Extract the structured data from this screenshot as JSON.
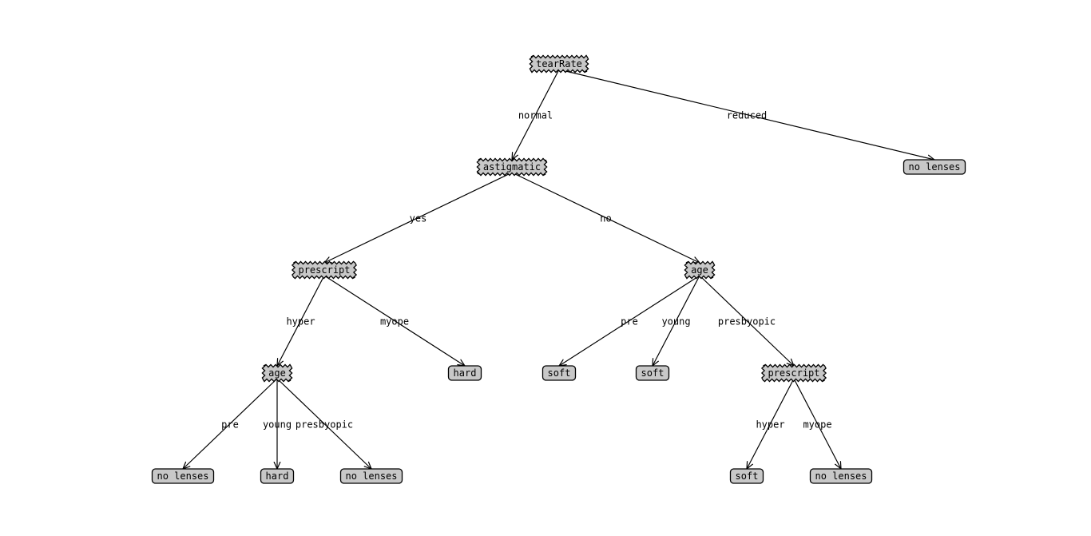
{
  "tree": {
    "nodes": [
      {
        "id": "n0",
        "label": "tearRate",
        "kind": "decision"
      },
      {
        "id": "n1",
        "label": "astigmatic",
        "kind": "decision"
      },
      {
        "id": "n2",
        "label": "no lenses",
        "kind": "leaf"
      },
      {
        "id": "n3",
        "label": "prescript",
        "kind": "decision"
      },
      {
        "id": "n4",
        "label": "age",
        "kind": "decision"
      },
      {
        "id": "n5",
        "label": "age",
        "kind": "decision"
      },
      {
        "id": "n6",
        "label": "hard",
        "kind": "leaf"
      },
      {
        "id": "n7",
        "label": "soft",
        "kind": "leaf"
      },
      {
        "id": "n8",
        "label": "soft",
        "kind": "leaf"
      },
      {
        "id": "n9",
        "label": "prescript",
        "kind": "decision"
      },
      {
        "id": "n10",
        "label": "no lenses",
        "kind": "leaf"
      },
      {
        "id": "n11",
        "label": "hard",
        "kind": "leaf"
      },
      {
        "id": "n12",
        "label": "no lenses",
        "kind": "leaf"
      },
      {
        "id": "n13",
        "label": "soft",
        "kind": "leaf"
      },
      {
        "id": "n14",
        "label": "no lenses",
        "kind": "leaf"
      }
    ],
    "edges": [
      {
        "from": "n0",
        "to": "n1",
        "label": "normal"
      },
      {
        "from": "n0",
        "to": "n2",
        "label": "reduced"
      },
      {
        "from": "n1",
        "to": "n3",
        "label": "yes"
      },
      {
        "from": "n1",
        "to": "n4",
        "label": "no"
      },
      {
        "from": "n3",
        "to": "n5",
        "label": "hyper"
      },
      {
        "from": "n3",
        "to": "n6",
        "label": "myope"
      },
      {
        "from": "n4",
        "to": "n7",
        "label": "pre"
      },
      {
        "from": "n4",
        "to": "n8",
        "label": "young"
      },
      {
        "from": "n4",
        "to": "n9",
        "label": "presbyopic"
      },
      {
        "from": "n5",
        "to": "n10",
        "label": "pre"
      },
      {
        "from": "n5",
        "to": "n11",
        "label": "young"
      },
      {
        "from": "n5",
        "to": "n12",
        "label": "presbyopic"
      },
      {
        "from": "n9",
        "to": "n13",
        "label": "hyper"
      },
      {
        "from": "n9",
        "to": "n14",
        "label": "myope"
      }
    ]
  }
}
